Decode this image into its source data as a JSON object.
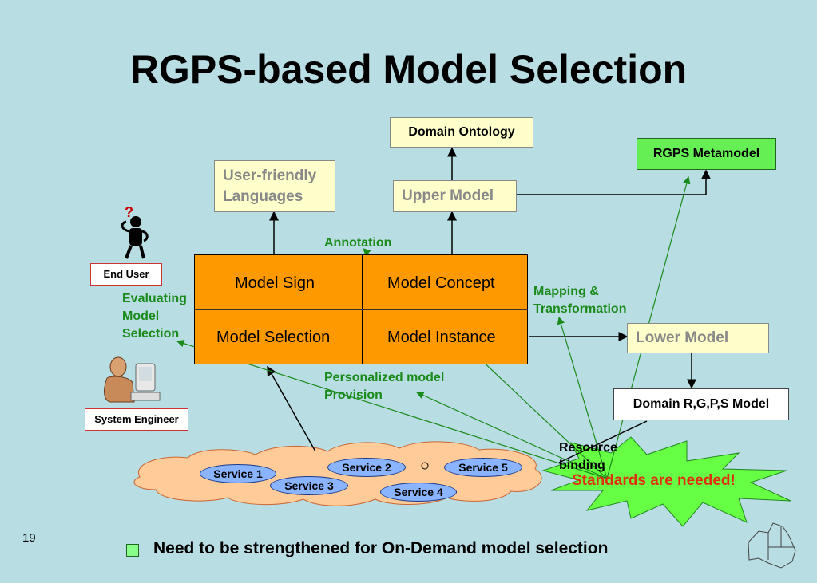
{
  "title": "RGPS-based Model Selection",
  "boxes": {
    "domain_ontology": "Domain Ontology",
    "rgps_metamodel": "RGPS Metamodel",
    "user_friendly": [
      "User-friendly",
      "Languages"
    ],
    "upper_model": "Upper Model",
    "lower_model": "Lower Model",
    "domain_rgps_model": "Domain R,G,P,S Model"
  },
  "orange_block": {
    "model_sign": "Model Sign",
    "model_concept": "Model Concept",
    "model_selection": "Model Selection",
    "model_instance": "Model Instance"
  },
  "labels": {
    "annotation": "Annotation",
    "mapping": [
      "Mapping &",
      "Transformation"
    ],
    "evaluating": [
      "Evaluating",
      "Model",
      "Selection"
    ],
    "personalized": [
      "Personalized model",
      "Provision"
    ],
    "resource_binding": [
      "Resource",
      "binding"
    ],
    "standards": "Standards are needed!"
  },
  "actors": {
    "end_user": "End User",
    "system_engineer": "System Engineer"
  },
  "services": [
    "Service 1",
    "Service 2",
    "Service 3",
    "Service 4",
    "Service 5"
  ],
  "slide_number": "19",
  "bullet_text": "Need to be strengthened for On-Demand model selection",
  "colors": {
    "background": "#b8dde3",
    "orange": "#ff9900",
    "green_text": "#1a8a1a",
    "standards_text": "#e03010",
    "starburst": "#66ff44",
    "service_fill": "#8ab4ff",
    "cloud_fill": "#ffcc99"
  },
  "icons": [
    "confused-person-icon",
    "engineer-at-computer-icon",
    "australia-map-icon"
  ]
}
